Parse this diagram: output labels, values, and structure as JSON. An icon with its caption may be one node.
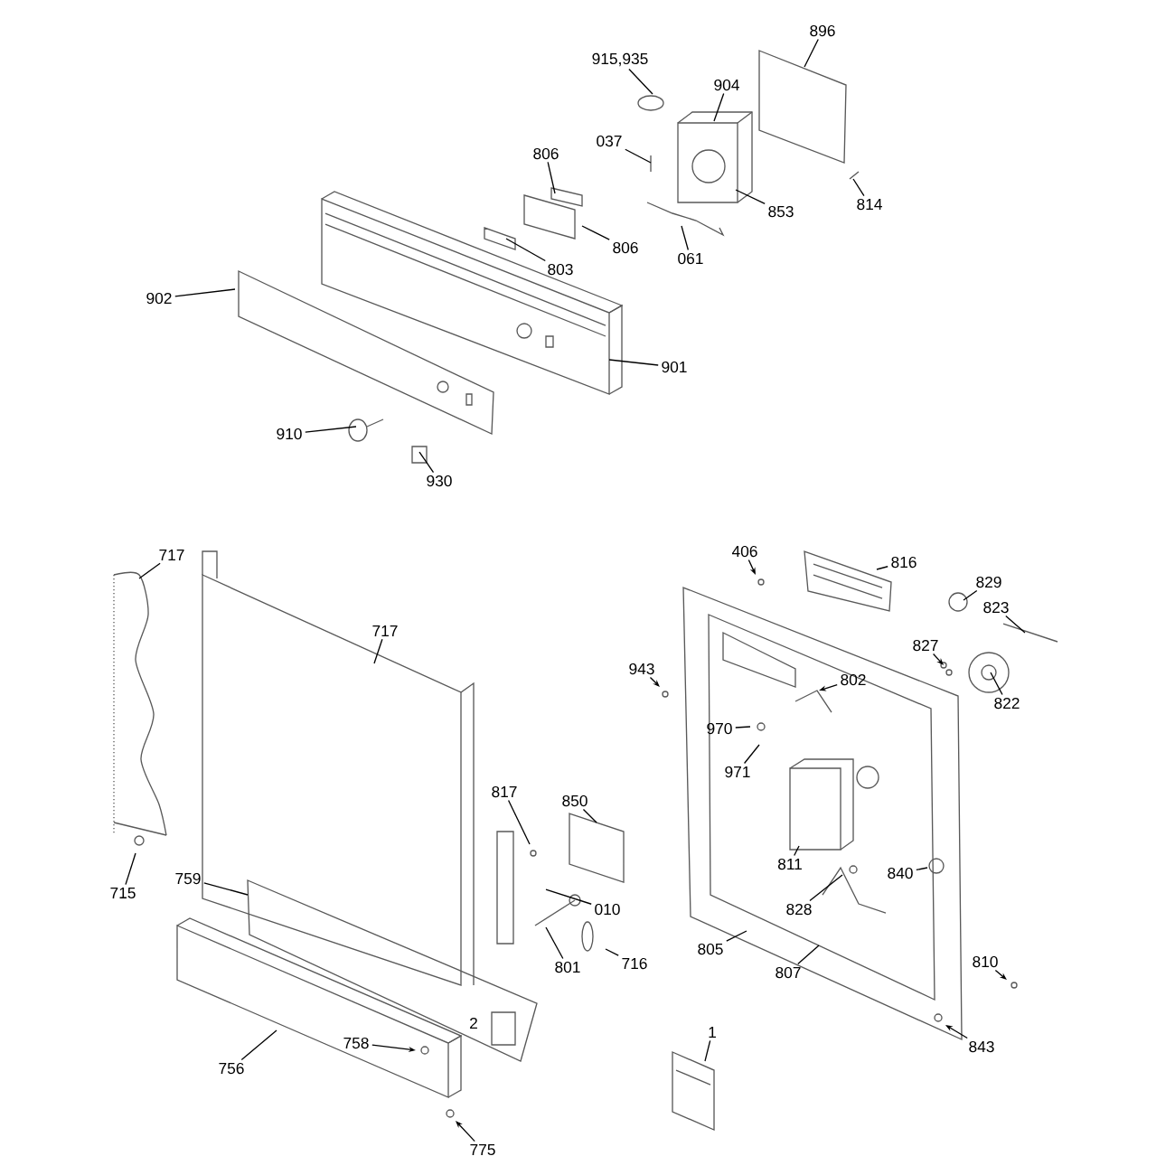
{
  "diagram": {
    "nodes": [
      {
        "text": [
          "915,935"
        ]
      },
      {
        "text": [
          "896"
        ]
      },
      {
        "text": [
          "904"
        ]
      },
      {
        "text": [
          "037"
        ]
      },
      {
        "text": [
          "806"
        ]
      },
      {
        "text": [
          "814"
        ]
      },
      {
        "text": [
          "853"
        ]
      },
      {
        "text": [
          "806"
        ]
      },
      {
        "text": [
          "061"
        ]
      },
      {
        "text": [
          "803"
        ]
      },
      {
        "text": [
          "902"
        ]
      },
      {
        "text": [
          "901"
        ]
      },
      {
        "text": [
          "910"
        ]
      },
      {
        "text": [
          "930"
        ]
      },
      {
        "text": [
          "406"
        ]
      },
      {
        "text": [
          "717"
        ]
      },
      {
        "text": [
          "816"
        ]
      },
      {
        "text": [
          "829"
        ]
      },
      {
        "text": [
          "823"
        ]
      },
      {
        "text": [
          "717"
        ]
      },
      {
        "text": [
          "827"
        ]
      },
      {
        "text": [
          "943"
        ]
      },
      {
        "text": [
          "802"
        ]
      },
      {
        "text": [
          "822"
        ]
      },
      {
        "text": [
          "970"
        ]
      },
      {
        "text": [
          "971"
        ]
      },
      {
        "text": [
          "817"
        ]
      },
      {
        "text": [
          "850"
        ]
      },
      {
        "text": [
          "811"
        ]
      },
      {
        "text": [
          "840"
        ]
      },
      {
        "text": [
          "759"
        ]
      },
      {
        "text": [
          "715"
        ]
      },
      {
        "text": [
          "010"
        ]
      },
      {
        "text": [
          "828"
        ]
      },
      {
        "text": [
          "805"
        ]
      },
      {
        "text": [
          "810"
        ]
      },
      {
        "text": [
          "801"
        ]
      },
      {
        "text": [
          "716"
        ]
      },
      {
        "text": [
          "807"
        ]
      },
      {
        "text": [
          "1"
        ]
      },
      {
        "text": [
          "758"
        ]
      },
      {
        "text": [
          "843"
        ]
      },
      {
        "text": [
          "756"
        ]
      },
      {
        "text": [
          "775"
        ]
      }
    ],
    "edges": [
      {
        "from": 0,
        "to": null,
        "arrow": "none"
      },
      {
        "from": 1,
        "to": null,
        "arrow": "none"
      },
      {
        "from": 2,
        "to": null,
        "arrow": "none"
      },
      {
        "from": 3,
        "to": null,
        "arrow": "none"
      },
      {
        "from": 4,
        "to": null,
        "arrow": "none"
      },
      {
        "from": 5,
        "to": null,
        "arrow": "none"
      },
      {
        "from": 6,
        "to": null,
        "arrow": "none"
      },
      {
        "from": 7,
        "to": null,
        "arrow": "none"
      },
      {
        "from": 8,
        "to": null,
        "arrow": "none"
      },
      {
        "from": 9,
        "to": null,
        "arrow": "none"
      },
      {
        "from": 10,
        "to": null,
        "arrow": "none"
      },
      {
        "from": 11,
        "to": null,
        "arrow": "none"
      },
      {
        "from": 12,
        "to": null,
        "arrow": "none"
      },
      {
        "from": 13,
        "to": null,
        "arrow": "none"
      },
      {
        "from": 14,
        "to": null,
        "arrow": "to"
      },
      {
        "from": 15,
        "to": null,
        "arrow": "none"
      },
      {
        "from": 16,
        "to": null,
        "arrow": "none"
      },
      {
        "from": 17,
        "to": null,
        "arrow": "none"
      },
      {
        "from": 18,
        "to": null,
        "arrow": "none"
      },
      {
        "from": 19,
        "to": null,
        "arrow": "none"
      },
      {
        "from": 20,
        "to": null,
        "arrow": "to"
      },
      {
        "from": 21,
        "to": null,
        "arrow": "to"
      },
      {
        "from": 22,
        "to": null,
        "arrow": "to"
      },
      {
        "from": 23,
        "to": null,
        "arrow": "none"
      },
      {
        "from": 24,
        "to": null,
        "arrow": "none"
      },
      {
        "from": 25,
        "to": null,
        "arrow": "none"
      },
      {
        "from": 26,
        "to": null,
        "arrow": "none"
      },
      {
        "from": 27,
        "to": null,
        "arrow": "none"
      },
      {
        "from": 28,
        "to": null,
        "arrow": "none"
      },
      {
        "from": 29,
        "to": null,
        "arrow": "none"
      },
      {
        "from": 30,
        "to": null,
        "arrow": "none"
      },
      {
        "from": 31,
        "to": null,
        "arrow": "none"
      },
      {
        "from": 32,
        "to": null,
        "arrow": "none"
      },
      {
        "from": 33,
        "to": null,
        "arrow": "none"
      },
      {
        "from": 34,
        "to": null,
        "arrow": "none"
      },
      {
        "from": 35,
        "to": null,
        "arrow": "to"
      },
      {
        "from": 36,
        "to": null,
        "arrow": "none"
      },
      {
        "from": 37,
        "to": null,
        "arrow": "none"
      },
      {
        "from": 38,
        "to": null,
        "arrow": "none"
      },
      {
        "from": 39,
        "to": null,
        "arrow": "none"
      },
      {
        "from": 40,
        "to": null,
        "arrow": "to"
      },
      {
        "from": 41,
        "to": null,
        "arrow": "to"
      },
      {
        "from": 42,
        "to": null,
        "arrow": "none"
      },
      {
        "from": 43,
        "to": null,
        "arrow": "to"
      }
    ],
    "labels": [
      "2"
    ]
  }
}
